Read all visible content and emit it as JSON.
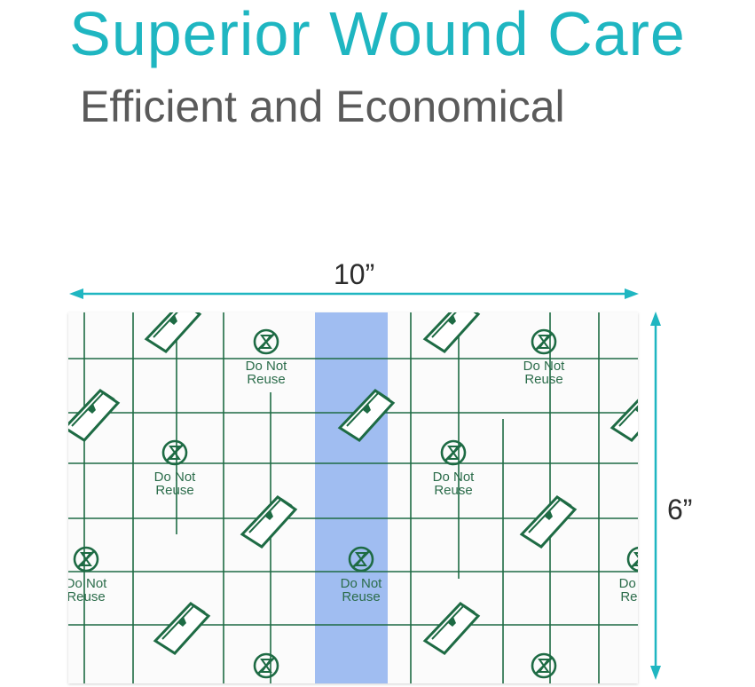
{
  "headline": "Superior Wound Care",
  "subheadline": "Efficient and Economical",
  "dimensions": {
    "width_label": "10”",
    "height_label": "6”"
  },
  "sheet": {
    "stamp_line1": "Do Not",
    "stamp_line2": "Reuse"
  },
  "colors": {
    "accent": "#1fb6c1",
    "subhead": "#5a5a5a",
    "grid": "#1e6b44",
    "backing_strip": "#8fb1ee"
  },
  "icons": [
    "do-not-reuse-icon",
    "peel-tab-icon",
    "dimension-arrow-icon"
  ]
}
